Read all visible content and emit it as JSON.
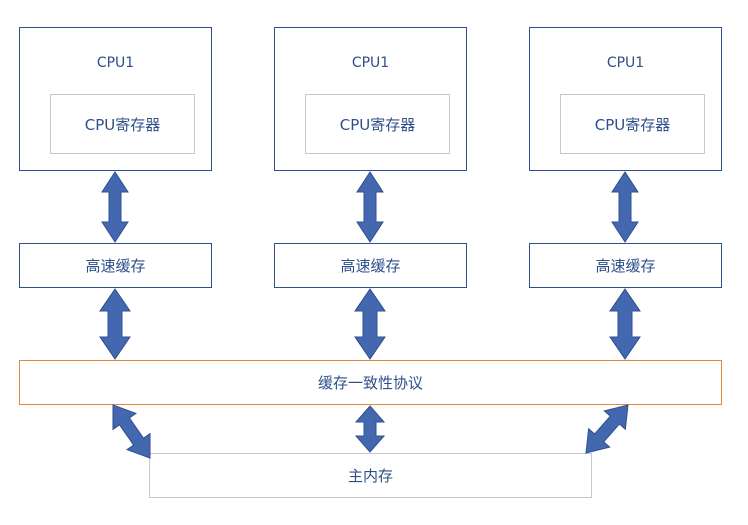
{
  "cpus": [
    {
      "title": "CPU1",
      "register": "CPU寄存器",
      "cache": "高速缓存"
    },
    {
      "title": "CPU1",
      "register": "CPU寄存器",
      "cache": "高速缓存"
    },
    {
      "title": "CPU1",
      "register": "CPU寄存器",
      "cache": "高速缓存"
    }
  ],
  "protocol": {
    "label": "缓存一致性协议"
  },
  "main_memory": {
    "label": "主内存"
  },
  "colors": {
    "arrow_fill": "#4468b0",
    "arrow_stroke": "#2f4f8f",
    "box_border": "#2f4f8f",
    "protocol_border": "#e3893a",
    "light_border": "#c8c8c8",
    "text": "#2e4f8a"
  }
}
